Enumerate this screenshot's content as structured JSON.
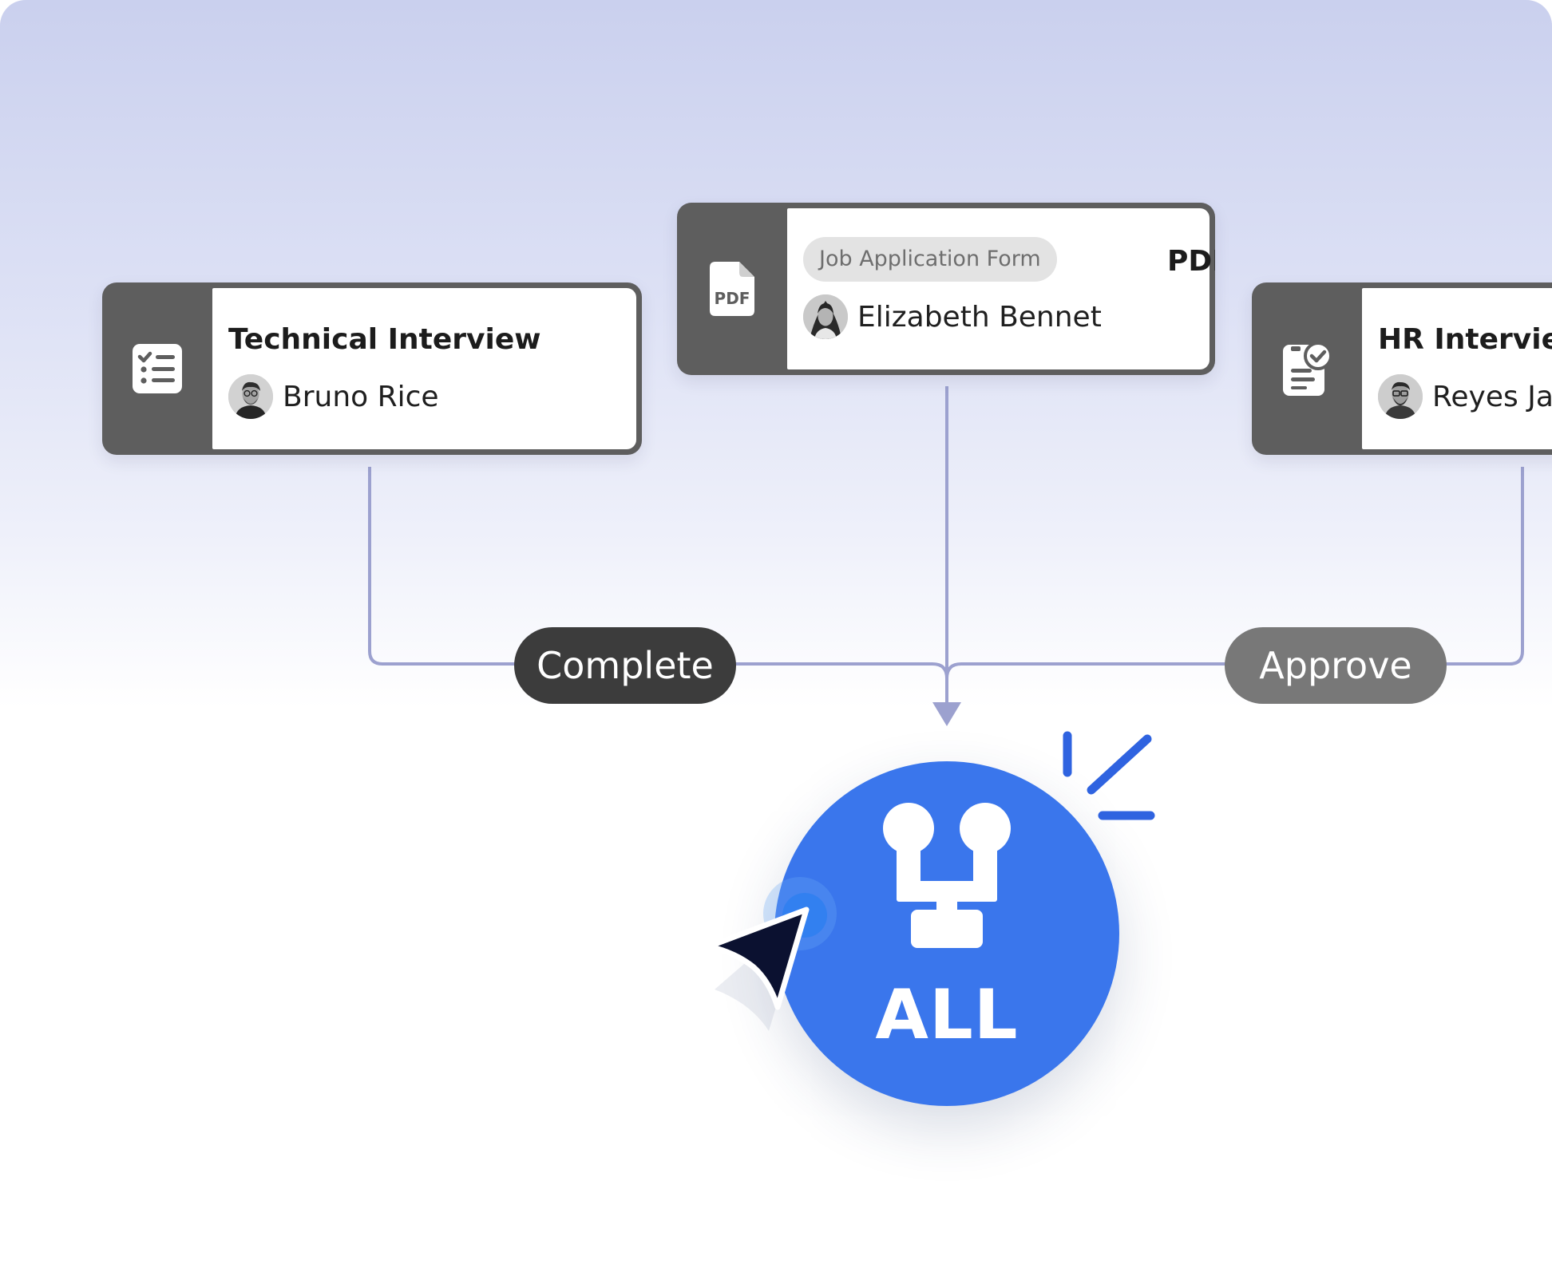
{
  "cards": {
    "technical": {
      "title": "Technical Interview",
      "person": "Bruno Rice"
    },
    "job_form": {
      "chip": "Job Application Form",
      "suffix": "PDF",
      "person": "Elizabeth Bennet",
      "icon_text": "PDF"
    },
    "hr": {
      "title": "HR Interview",
      "person": "Reyes Jac"
    }
  },
  "conditions": {
    "complete": "Complete",
    "approve": "Approve"
  },
  "node": {
    "label": "ALL"
  },
  "icons": {
    "technical": "checklist-icon",
    "job_form": "pdf-file-icon",
    "hr": "approved-document-icon",
    "node": "merge-flow-icon",
    "cursor": "mouse-pointer-icon",
    "click": "click-spark-icon"
  },
  "colors": {
    "card_dark": "#5e5e5e",
    "connector": "#9ca1cf",
    "complete_pill": "#3c3c3c",
    "approve_pill": "#787878",
    "node_blue": "#3a76ec",
    "spark_blue": "#2f63e0",
    "cursor": "#0b1130"
  }
}
